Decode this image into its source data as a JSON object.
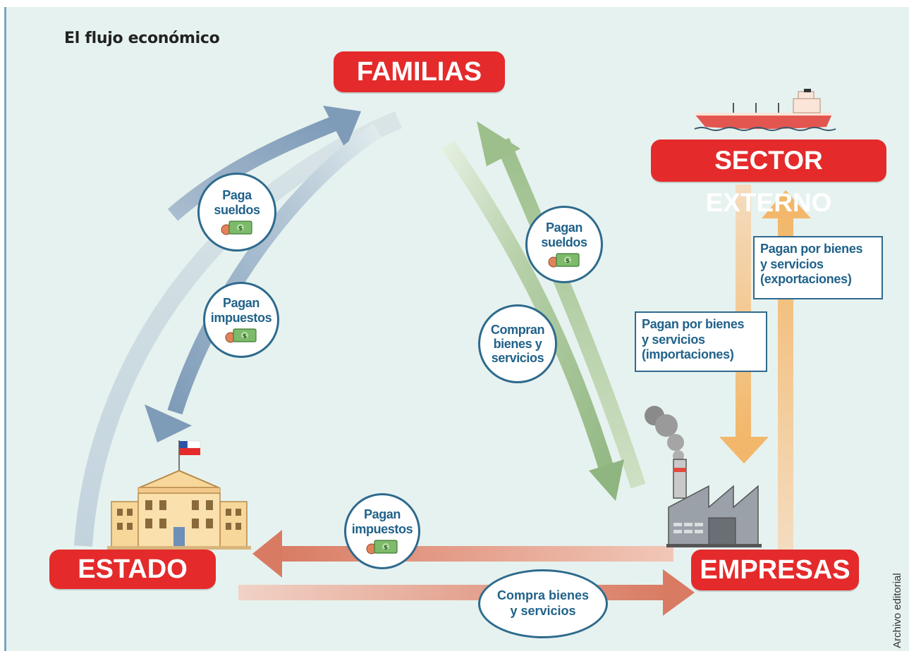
{
  "title": "El flujo económico",
  "nodes": {
    "familias": "FAMILIAS",
    "sector_externo": "SECTOR EXTERNO",
    "estado": "ESTADO",
    "empresas": "EMPRESAS"
  },
  "flows": {
    "estado_paga_sueldos": [
      "Paga",
      "sueldos"
    ],
    "familias_pagan_impuestos": [
      "Pagan",
      "impuestos"
    ],
    "empresas_pagan_sueldos": [
      "Pagan",
      "sueldos"
    ],
    "familias_compran": [
      "Compran",
      "bienes y",
      "servicios"
    ],
    "empresas_pagan_impuestos": [
      "Pagan",
      "impuestos"
    ],
    "estado_compra": [
      "Compra bienes",
      "y servicios"
    ],
    "importaciones": [
      "Pagan por bienes",
      "y servicios",
      "(importaciones)"
    ],
    "exportaciones": [
      "Pagan por bienes",
      "y servicios",
      "(exportaciones)"
    ]
  },
  "credit": "Archivo editorial",
  "colors": {
    "background": "#e6f2ef",
    "node_red": "#e42a2b",
    "estado_familias_arrows": "#7e9bb8",
    "familias_empresas_arrows": "#9cbf8c",
    "estado_empresas_arrows": "#d97b63",
    "sector_externo_arrows": "#f2b76a",
    "label_blue": "#21628a"
  }
}
